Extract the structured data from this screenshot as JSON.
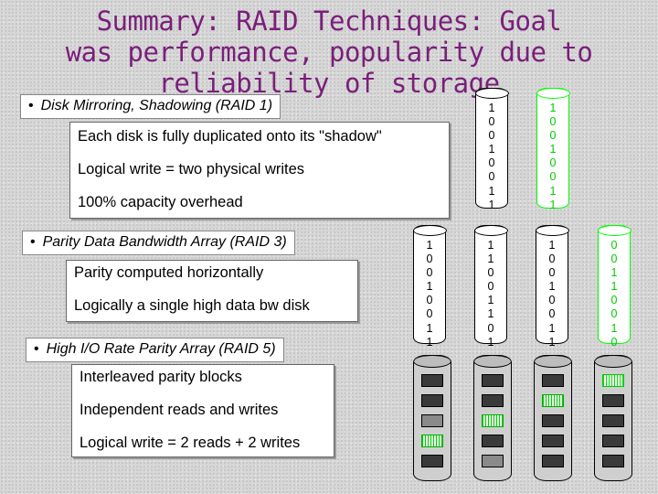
{
  "title": {
    "line1": "Summary: RAID Techniques: Goal",
    "line2": "was performance, popularity due to",
    "line3": "reliability of storage"
  },
  "raid1": {
    "heading": "Disk Mirroring, Shadowing (RAID 1)",
    "lines": [
      "Each disk is fully duplicated onto its \"shadow\"",
      "Logical write = two physical writes",
      "100% capacity overhead"
    ],
    "disks": [
      {
        "bits": [
          "1",
          "0",
          "0",
          "1",
          "0",
          "0",
          "1",
          "1"
        ],
        "style": "black"
      },
      {
        "bits": [
          "1",
          "0",
          "0",
          "1",
          "0",
          "0",
          "1",
          "1"
        ],
        "style": "green"
      }
    ]
  },
  "raid3": {
    "heading": "Parity Data Bandwidth Array (RAID 3)",
    "lines": [
      "Parity computed horizontally",
      "Logically a single high data bw disk"
    ],
    "disks": [
      {
        "bits": [
          "1",
          "0",
          "0",
          "1",
          "0",
          "0",
          "1",
          "1"
        ],
        "style": "black"
      },
      {
        "bits": [
          "1",
          "1",
          "0",
          "0",
          "1",
          "1",
          "0",
          "1"
        ],
        "style": "black"
      },
      {
        "bits": [
          "1",
          "0",
          "0",
          "1",
          "0",
          "0",
          "1",
          "1"
        ],
        "style": "black"
      },
      {
        "bits": [
          "0",
          "0",
          "1",
          "1",
          "0",
          "0",
          "1",
          "0"
        ],
        "style": "green"
      }
    ]
  },
  "raid5": {
    "heading": "High I/O Rate Parity Array (RAID 5)",
    "lines": [
      "Interleaved parity blocks",
      "Independent reads and writes",
      "Logical write = 2 reads + 2 writes"
    ]
  },
  "colors": {
    "title": "#7a1f7a",
    "parity": "#00ff00",
    "background": "#d6d6d6"
  }
}
